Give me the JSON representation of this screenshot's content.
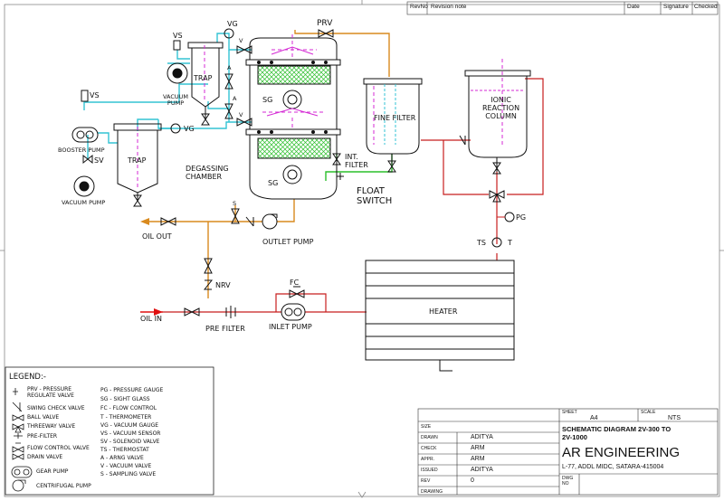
{
  "revision": {
    "rev_no": "RevNo",
    "note": "Revision note",
    "date": "Date",
    "signature": "Signature",
    "checked": "Checked"
  },
  "labels": {
    "prv": "PRV",
    "vg_top": "VG",
    "vs_top": "VS",
    "v_top": "V",
    "a_top": "A",
    "a_mid": "A",
    "v_mid": "V",
    "trap_small": "TRAP",
    "vacuum_pump_top": "VACUUM\nPUMP",
    "sg_top": "SG",
    "sg_bottom": "SG",
    "vs_left": "VS",
    "booster_pump": "BOOSTER PUMP",
    "sv": "SV",
    "trap_big": "TRAP",
    "vg_mid": "VG",
    "vacuum_pump_left": "VACUUM PUMP",
    "fine_filter": "FINE FILTER",
    "ionic_column": "IONIC\nREACTION\nCOLUMN",
    "degassing_chamber": "DEGASSING\nCHAMBER",
    "int_filter": "INT.\nFILTER",
    "float_switch": "FLOAT\nSWITCH",
    "s_sample": "S",
    "oil_out": "OIL OUT",
    "outlet_pump": "OUTLET PUMP",
    "pg": "PG",
    "ts": "TS",
    "t": "T",
    "nrv": "NRV",
    "fc": "FC",
    "oil_in": "OIL IN",
    "pre_filter": "PRE FILTER",
    "inlet_pump": "INLET PUMP",
    "heater": "HEATER"
  },
  "legend": {
    "title": "LEGEND:-",
    "left_items": [
      "PRV - PRESSURE\nREGULATE VALVE",
      "SWING CHECK VALVE",
      "BALL VALVE",
      "THREEWAY VALVE",
      "PRE-FILTER",
      "FLOW CONTROL VALVE",
      "DRAIN VALVE",
      "GEAR PUMP",
      "CENTRIFUGAL PUMP"
    ],
    "right_items": [
      "PG - PRESSURE GAUGE",
      "SG - SIGHT GLASS",
      "FC - FLOW CONTROL",
      "T - THERMOMETER",
      "VG - VACUUM GAUGE",
      "VS - VACUUM SENSOR",
      "SV - SOLENOID VALVE",
      "TS - THERMOSTAT",
      "A - ARNG VALVE",
      "V - VACUUM VALVE",
      "S - SAMPLING VALVE"
    ]
  },
  "title_block": {
    "sheet_label": "SHEET",
    "sheet": "A4",
    "scale_label": "SCALE",
    "scale": "NTS",
    "size_label": "SIZE",
    "drawn_label": "DRAWN",
    "drawn": "ADITYA",
    "check_label": "CHECK",
    "check": "ARM",
    "appr_label": "APPR.",
    "appr": "ARM",
    "issued_label": "ISSUED",
    "issued": "ADITYA",
    "rev_label": "REV",
    "rev": "0",
    "drawing_label": "DRAWING",
    "title": "SCHEMATIC DIAGRAM 2V-300 TO\n2V-1000",
    "company": "AR ENGINEERING",
    "address": "L-77, ADDL MIDC, SATARA-415004",
    "dwg_label": "DWG\nNO"
  },
  "colors": {
    "vacuum_line": "#33c3d4",
    "oil_line": "#d98a1e",
    "return_line": "#c81e1e",
    "filter_green": "#2cbf2c",
    "magenta": "#d42ad4",
    "inlet_red": "#e01010"
  }
}
